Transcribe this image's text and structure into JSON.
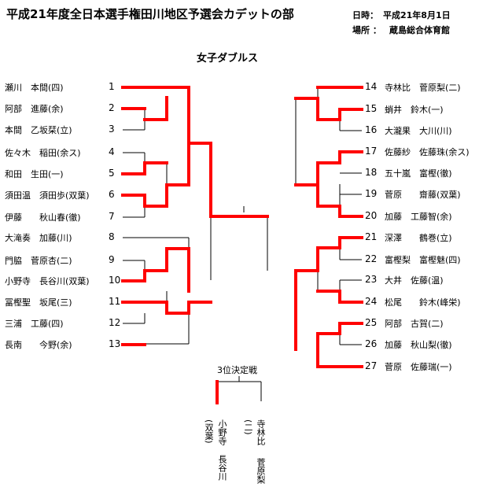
{
  "header": {
    "title": "平成21年度全日本選手権田川地区予選会カデットの部",
    "date_label": "日時：",
    "date_value": "平成21年8月1日",
    "venue_label": "場所 ：",
    "venue_value": "蔵島総合体育館"
  },
  "category": "女子ダブルス",
  "left_entries": [
    {
      "num": "1",
      "name": "瀬川　本間(四)"
    },
    {
      "num": "2",
      "name": "阿部　進藤(余)"
    },
    {
      "num": "3",
      "name": "本間　乙坂栞(立)"
    },
    {
      "num": "4",
      "name": "佐々木　稲田(余ス)"
    },
    {
      "num": "5",
      "name": "和田　生田(一)"
    },
    {
      "num": "6",
      "name": "須田温　須田歩(双葉)"
    },
    {
      "num": "7",
      "name": "伊藤　　秋山春(徹)"
    },
    {
      "num": "8",
      "name": "大滝奏　加藤(川)"
    },
    {
      "num": "9",
      "name": "門脇　菅原杏(二)"
    },
    {
      "num": "10",
      "name": "小野寺　長谷川(双葉)"
    },
    {
      "num": "11",
      "name": "冨樫聖　坂尾(三)"
    },
    {
      "num": "12",
      "name": "三浦　工藤(四)"
    },
    {
      "num": "13",
      "name": "長南　　今野(余)"
    }
  ],
  "right_entries": [
    {
      "num": "14",
      "name": "寺林比　菅原梨(二)"
    },
    {
      "num": "15",
      "name": "蛸井　鈴木(一)"
    },
    {
      "num": "16",
      "name": "大瀧果　大川(川)"
    },
    {
      "num": "17",
      "name": "佐藤紗　佐藤珠(余ス)"
    },
    {
      "num": "18",
      "name": "五十嵐　富樫(徹)"
    },
    {
      "num": "19",
      "name": "菅原　　齋藤(双葉)"
    },
    {
      "num": "20",
      "name": "加藤　工藤智(余)"
    },
    {
      "num": "21",
      "name": "深澤　　鶴巻(立)"
    },
    {
      "num": "22",
      "name": "富樫梨　富樫魅(四)"
    },
    {
      "num": "23",
      "name": "大井　佐藤(温)"
    },
    {
      "num": "24",
      "name": "松尾　　鈴木(峰栄)"
    },
    {
      "num": "25",
      "name": "阿部　古賀(二)"
    },
    {
      "num": "26",
      "name": "加藤　秋山梨(徹)"
    },
    {
      "num": "27",
      "name": "菅原　佐藤瑞(一)"
    }
  ],
  "third_place": {
    "title": "3位決定戦",
    "left_team": {
      "name1": "小野寺",
      "name2": "長谷川",
      "school": "(双葉)"
    },
    "right_team": {
      "name1": "寺林比",
      "name2": "菅原梨",
      "school": "(二)"
    }
  },
  "colors": {
    "winner_line": "#ff0000",
    "loser_line": "#000000"
  }
}
